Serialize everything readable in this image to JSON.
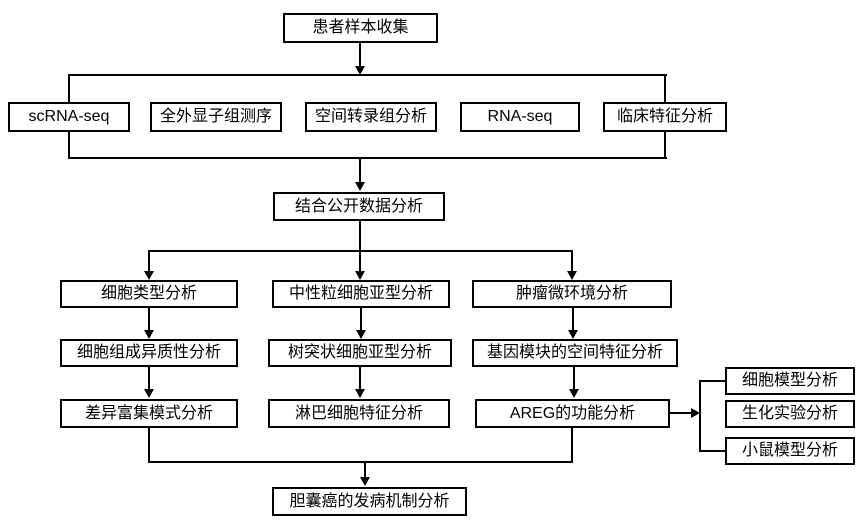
{
  "diagram": {
    "type": "flowchart",
    "nodes": {
      "patient_sample": "患者样本收集",
      "scrna_seq": "scRNA-seq",
      "wes": "全外显子组测序",
      "spatial_transcriptome": "空间转录组分析",
      "rna_seq": "RNA-seq",
      "clinical_features": "临床特征分析",
      "public_data": "结合公开数据分析",
      "cell_type": "细胞类型分析",
      "neutrophil_subtype": "中性粒细胞亚型分析",
      "tumor_microenvironment": "肿瘤微环境分析",
      "cell_composition": "细胞组成异质性分析",
      "dendritic_subtype": "树突状细胞亚型分析",
      "gene_module_spatial": "基因模块的空间特征分析",
      "differential_enrichment": "差异富集模式分析",
      "lymphocyte_features": "淋巴细胞特征分析",
      "areg_function": "AREG的功能分析",
      "cell_model": "细胞模型分析",
      "biochemical_experiment": "生化实验分析",
      "mouse_model": "小鼠模型分析",
      "pathogenesis": "胆囊癌的发病机制分析"
    },
    "colors": {
      "background": "#ffffff",
      "box_fill": "#ffffff",
      "box_border": "#000000",
      "line": "#000000",
      "text": "#000000"
    }
  }
}
